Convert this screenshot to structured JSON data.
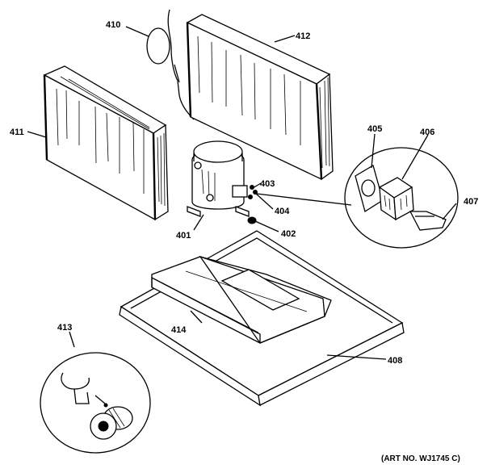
{
  "diagram": {
    "labels": {
      "p410": "410",
      "p411": "411",
      "p412": "412",
      "p401": "401",
      "p402": "402",
      "p403": "403",
      "p404": "404",
      "p405": "405",
      "p406": "406",
      "p407": "407",
      "p408": "408",
      "p413": "413",
      "p414": "414"
    },
    "art_number": "(ART NO. WJ1745 C)"
  }
}
